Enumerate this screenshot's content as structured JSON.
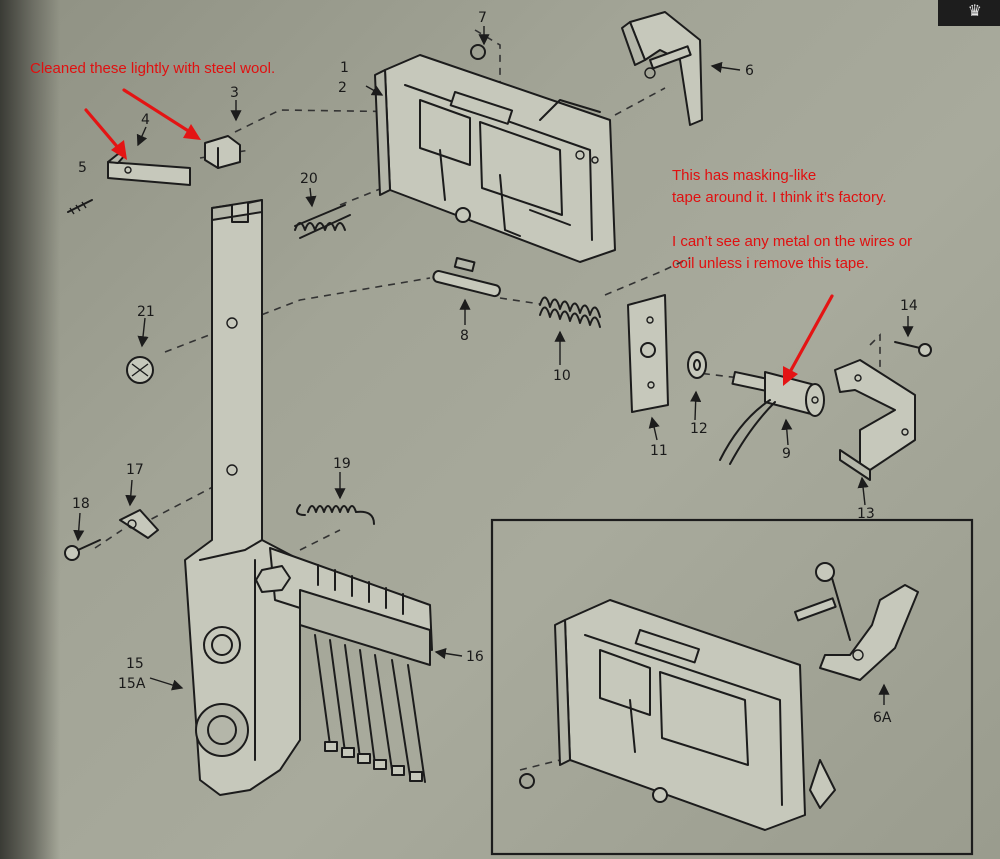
{
  "annotations": {
    "cleaned": "Cleaned these lightly with steel wool.",
    "tape_1": "This has masking-like",
    "tape_2": "tape around it. I think it’s factory.",
    "metal_1": "I can’t see any metal on the wires or",
    "metal_2": "coil unless i remove this tape."
  },
  "callouts": {
    "p1": "1",
    "p2": "2",
    "p3": "3",
    "p4": "4",
    "p5": "5",
    "p6": "6",
    "p6a": "6A",
    "p7": "7",
    "p8": "8",
    "p9": "9",
    "p10": "10",
    "p11": "11",
    "p12": "12",
    "p13": "13",
    "p14": "14",
    "p15": "15",
    "p15a": "15A",
    "p16": "16",
    "p17": "17",
    "p18": "18",
    "p19": "19",
    "p20": "20",
    "p21": "21"
  },
  "colors": {
    "annotation": "#e01010",
    "ink": "#1c1c1c",
    "paper": "#a2a496"
  },
  "icons": {
    "corner": "crown-icon"
  }
}
